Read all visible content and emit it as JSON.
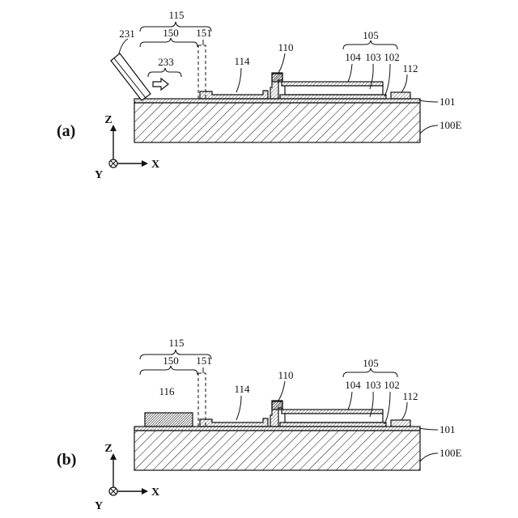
{
  "panels": [
    {
      "id": "a",
      "label": "(a)",
      "callouts": {
        "r115": "115",
        "r150": "150",
        "r151": "151",
        "r231": "231",
        "r233": "233",
        "r114": "114",
        "r110": "110",
        "r105": "105",
        "r104": "104",
        "r103": "103",
        "r102": "102",
        "r112": "112",
        "r101": "101",
        "r100E": "100E"
      },
      "axes": {
        "z": "Z",
        "x": "X",
        "y": "Y"
      }
    },
    {
      "id": "b",
      "label": "(b)",
      "callouts": {
        "r115": "115",
        "r150": "150",
        "r151": "151",
        "r116": "116",
        "r114": "114",
        "r110": "110",
        "r105": "105",
        "r104": "104",
        "r103": "103",
        "r102": "102",
        "r112": "112",
        "r101": "101",
        "r100E": "100E"
      },
      "axes": {
        "z": "Z",
        "x": "X",
        "y": "Y"
      }
    }
  ],
  "colors": {
    "ink": "#111111",
    "paper": "#ffffff"
  }
}
